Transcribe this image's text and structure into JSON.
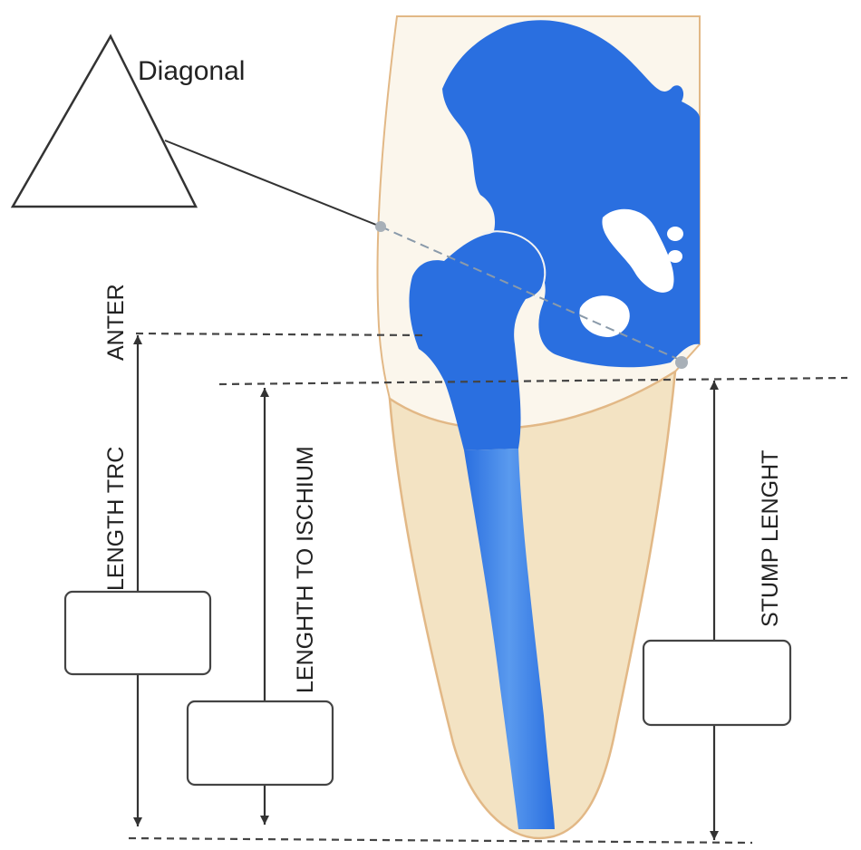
{
  "labels": {
    "diagonal": "Diagonal",
    "anter": "ANTER",
    "length_trc": "LENGTH TRC",
    "length_to_ischium": "LENGHTH TO ISCHIUM",
    "stump_length": "STUMP LENGHT"
  },
  "colors": {
    "bone": "#2a6fe0",
    "bone_shaft": "#3c82e8",
    "soft_tissue": "#f3e3c3",
    "tissue_outline": "#e2b886",
    "line": "#333333",
    "dashed": "#444444",
    "marker": "#a8b0b8",
    "box_fill": "#ffffff",
    "box_stroke": "#444444"
  },
  "measurement_boxes": [
    {
      "id": "length-trc-box",
      "value": ""
    },
    {
      "id": "length-ischium-box",
      "value": ""
    },
    {
      "id": "stump-length-box",
      "value": ""
    }
  ]
}
